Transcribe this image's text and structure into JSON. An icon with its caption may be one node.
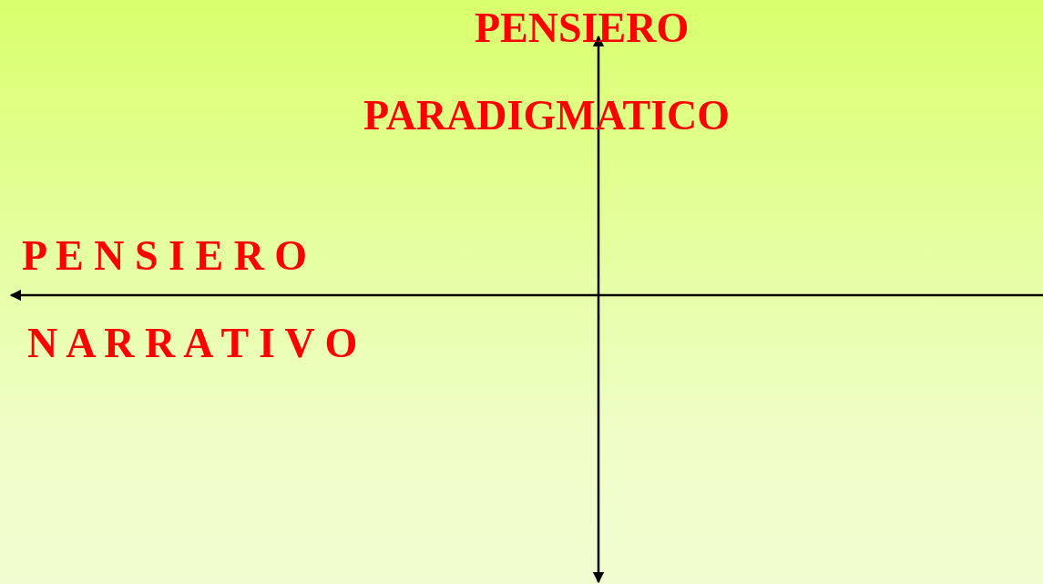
{
  "diagram": {
    "labels": [
      "PENSIERO",
      "PARADIGMATICO",
      "P E N S I E R O",
      "N A R R A T I V O"
    ]
  }
}
